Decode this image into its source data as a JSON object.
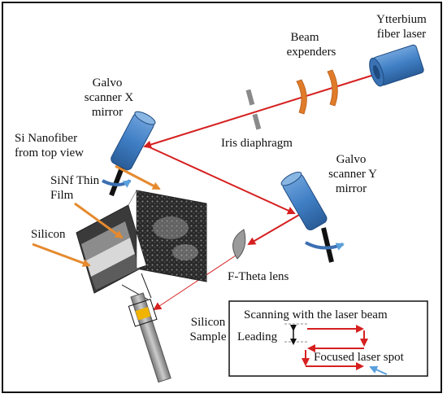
{
  "labels": {
    "ytterbium_laser": [
      "Ytterbium",
      "fiber laser"
    ],
    "beam_expanders": [
      "Beam",
      "expenders"
    ],
    "galvo_x": [
      "Galvo",
      "scanner X",
      "mirror"
    ],
    "iris": "Iris diaphragm",
    "si_nanofiber": [
      "Si Nanofiber",
      "from top view"
    ],
    "sinf_film": [
      "SiNf Thin",
      "Film"
    ],
    "silicon": "Silicon",
    "galvo_y": [
      "Galvo",
      "scanner Y",
      "mirror"
    ],
    "ftheta": "F-Theta lens",
    "silicon_sample": [
      "Silicon",
      "Sample"
    ]
  },
  "inset": {
    "title": "Scanning with the laser beam",
    "leading": "Leading",
    "spot": "Focused laser spot"
  },
  "colors": {
    "laser_line": "#d62020",
    "device_blue": "#3f7ec4",
    "lens_orange": "#e07b2a",
    "annotation_arrow": "#e58a2e",
    "rotation_arrow": "#3c6fb2"
  }
}
